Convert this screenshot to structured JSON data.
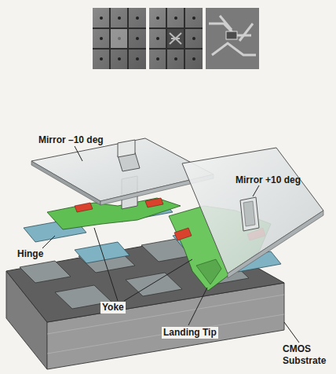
{
  "diagram": {
    "labels": [
      "Mirror –10 deg",
      "Mirror +10 deg",
      "Hinge",
      "Yoke",
      "Landing Tip",
      "CMOS Substrate"
    ]
  }
}
